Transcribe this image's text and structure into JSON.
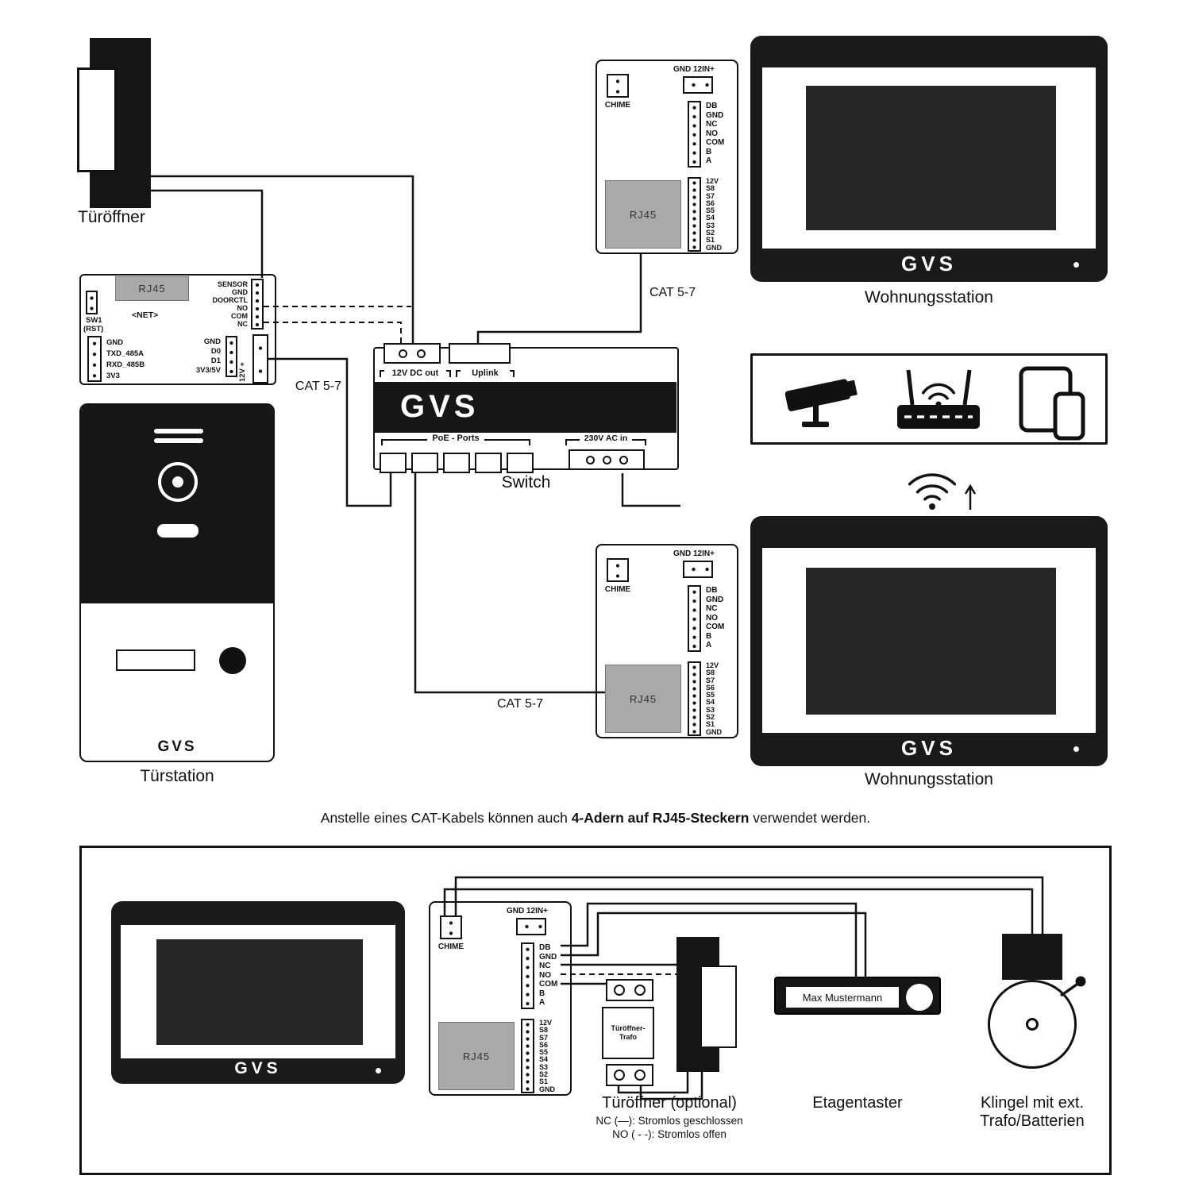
{
  "brand": {
    "logo": "GVS"
  },
  "labels": {
    "tueroeffner": "Türöffner",
    "tuerstation": "Türstation",
    "switch": "Switch",
    "wohnungsstation": "Wohnungsstation",
    "cat57": "CAT 5-7"
  },
  "note": {
    "pre": "Anstelle eines CAT-Kabels können auch ",
    "bold": "4-Adern auf RJ45-Steckern",
    "post": " verwendet werden."
  },
  "controller": {
    "rj45": "RJ45",
    "sw1": "SW1",
    "rst": "(RST)",
    "net": "<NET>",
    "serial_terminals": [
      "GND",
      "TXD_485A",
      "RXD_485B",
      "3V3"
    ],
    "relay_terminals": [
      "SENSOR",
      "GND",
      "DOORCTL",
      "NO",
      "COM",
      "NC"
    ],
    "bus_terminals": [
      "GND",
      "D0",
      "D1",
      "3V3/5V"
    ],
    "power": "12V +"
  },
  "switch": {
    "dc_out": "12V DC out",
    "uplink": "Uplink",
    "logo": "GVS",
    "poe_ports": "PoE - Ports",
    "ac_in": "230V AC in"
  },
  "interface_board": {
    "chime": "CHIME",
    "power_header": "GND 12IN+",
    "rj45": "RJ45",
    "terminals_a": [
      "DB",
      "GND",
      "NC",
      "NO",
      "COM",
      "B",
      "A"
    ],
    "terminals_b": [
      "12V",
      "S8",
      "S7",
      "S6",
      "S5",
      "S4",
      "S3",
      "S2",
      "S1",
      "GND"
    ]
  },
  "bottom": {
    "tueroeffner_optional": "Türöffner (optional)",
    "nc_note": "NC (—): Stromlos geschlossen",
    "no_note": "NO ( - -): Stromlos offen",
    "etagentaster": "Etagentaster",
    "klingel": "Klingel mit ext. Trafo/Batterien",
    "nameplate": "Max Mustermann",
    "trafo": "Türöffner-Trafo"
  },
  "colors": {
    "ink": "#111111",
    "panel_black": "#1a1a1a",
    "rj45_gray": "#a9a9a9",
    "screen_dark": "#262626"
  }
}
